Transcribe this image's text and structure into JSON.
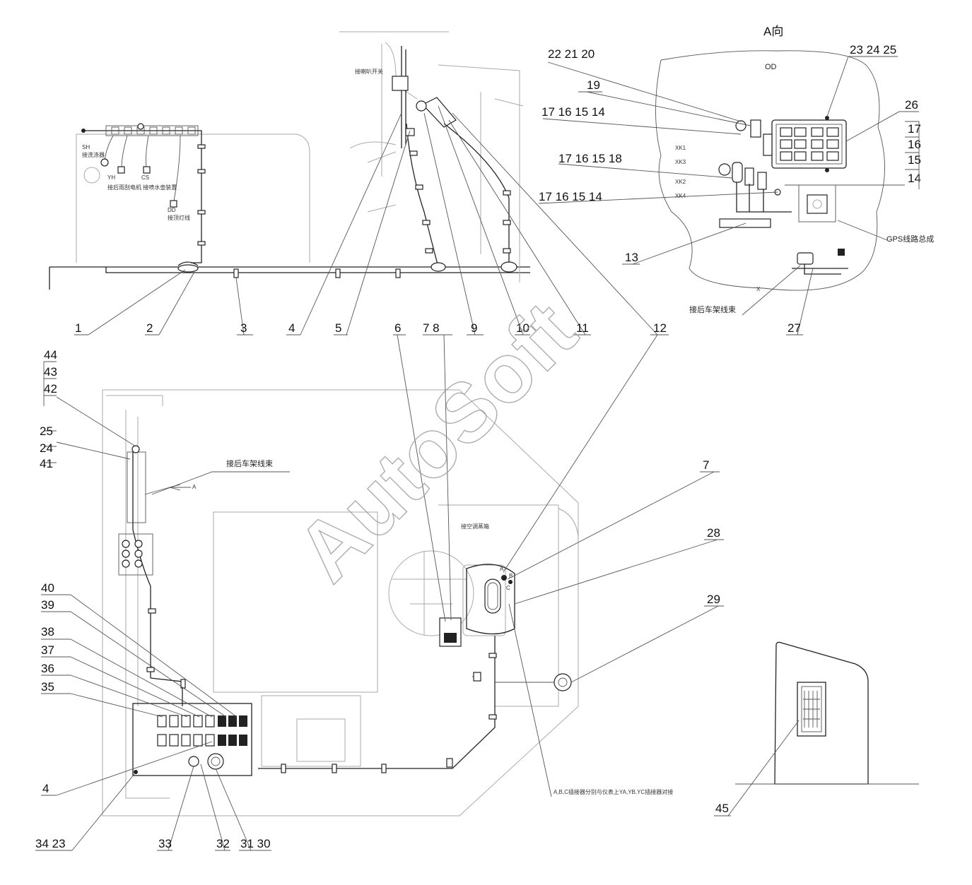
{
  "watermark": "AutoSoft",
  "view_title": "A向",
  "notes": {
    "gps_harness": "GPS线路总成",
    "rear_frame_harness_a": "接后车架线束",
    "rear_frame_harness_main": "接后车架线束",
    "arrow_a": "A",
    "abc_connector_note": "A,B,C插接器分别与仪表上YA,YB,YC插接器对接",
    "ac_box": "接空调蒸箱",
    "work_switch": "接喇叭开关",
    "sh": "SH",
    "sh_label": "接洗涤器",
    "yh": "YH",
    "cs": "CS",
    "yh_cs_label": "接后雨刮电机 接喷水壶装置",
    "dd": "DD",
    "dd_label": "接顶灯线",
    "od": "OD",
    "xk1": "XK1",
    "xk3": "XK3",
    "xk2": "XK2",
    "xk4": "XK4",
    "x": "X",
    "a_mark": "A",
    "b_mark": "B",
    "c_mark": "C"
  },
  "callouts": {
    "c1": "1",
    "c2": "2",
    "c3": "3",
    "c4": "4",
    "c5": "5",
    "c6": "6",
    "c7_8": "7 8",
    "c9": "9",
    "c10": "10",
    "c11": "11",
    "c12": "12",
    "c22_21_20": "22 21 20",
    "c19": "19",
    "c17_16_15_14a": "17 16 15 14",
    "c17_16_15_18": "17 16 15 18",
    "c17_16_15_14b": "17 16 15 14",
    "c13": "13",
    "c23_24_25": "23 24 25",
    "c26": "26",
    "c17": "17",
    "c16": "16",
    "c15": "15",
    "c14": "14",
    "c27": "27",
    "c44": "44",
    "c43": "43",
    "c42": "42",
    "c25": "25",
    "c24": "24",
    "c41": "41",
    "c7": "7",
    "c28": "28",
    "c29": "29",
    "c40": "40",
    "c39": "39",
    "c38": "38",
    "c37": "37",
    "c36": "36",
    "c35": "35",
    "c4b": "4",
    "c34_23": "34 23",
    "c33": "33",
    "c32": "32",
    "c31_30": "31 30",
    "c45": "45"
  }
}
